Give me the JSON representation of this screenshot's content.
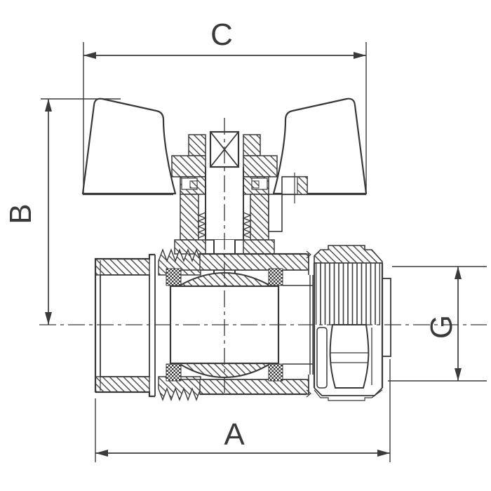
{
  "figure": {
    "subject": "Ball valve cross-section with butterfly wing handle, union end and compression fitting",
    "style": "monochrome engineering line drawing",
    "background_color": "#ffffff",
    "line_color": "#383838"
  },
  "dimensions": {
    "C": {
      "label": "C",
      "position": "top",
      "orientation": "horizontal"
    },
    "B": {
      "label": "B",
      "position": "left",
      "orientation": "vertical"
    },
    "A": {
      "label": "A",
      "position": "bottom",
      "orientation": "horizontal"
    },
    "G": {
      "label": "G",
      "position": "right",
      "orientation": "vertical"
    }
  }
}
